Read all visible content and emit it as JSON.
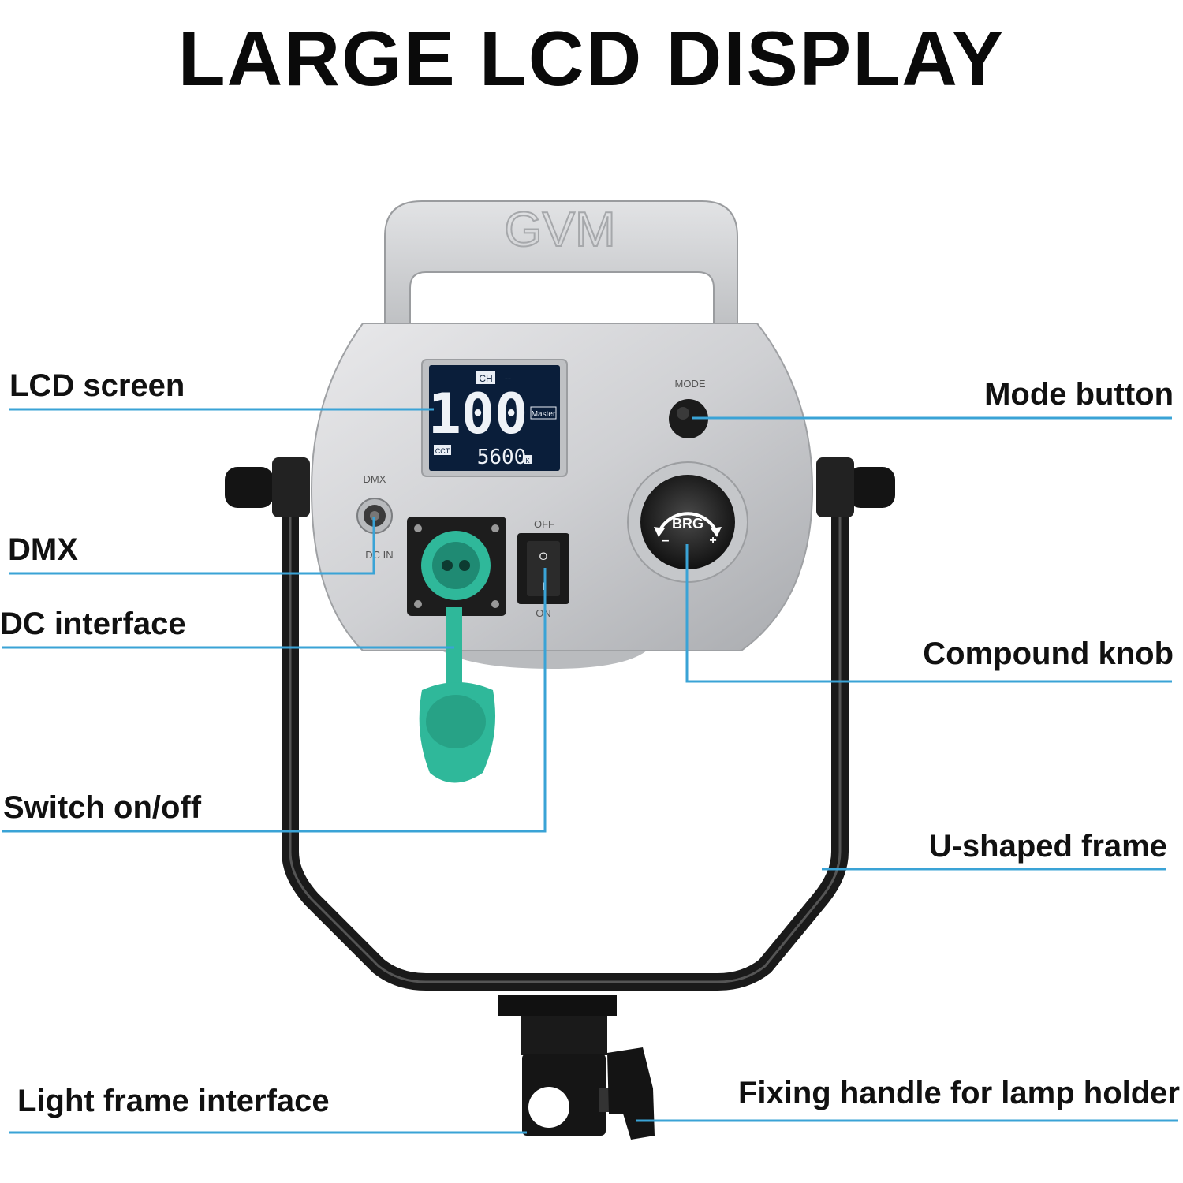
{
  "title": "LARGE LCD DISPLAY",
  "brand": {
    "logo": "GVM"
  },
  "lcd": {
    "channel_label": "CH",
    "channel_value": "--",
    "brightness": "100",
    "mode": "Master",
    "cct_label": "CCT",
    "cct_value": "5600",
    "cct_unit": "K"
  },
  "panel": {
    "mode_label": "MODE",
    "dmx_label": "DMX",
    "dcin_label": "DC IN",
    "switch_off": "OFF",
    "switch_on": "ON",
    "switch_o": "O",
    "switch_i": "I",
    "knob_label": "BRG",
    "knob_minus": "–",
    "knob_plus": "+"
  },
  "callouts": {
    "lcd_screen": "LCD screen",
    "dmx": "DMX",
    "dc_interface": "DC interface",
    "switch": "Switch on/off",
    "light_frame_interface": "Light frame interface",
    "mode_button": "Mode button",
    "compound_knob": "Compound knob",
    "u_frame": "U-shaped frame",
    "fixing_handle": "Fixing handle for lamp holder"
  },
  "colors": {
    "leader_line": "#3aa3d6",
    "body_silver": "#cfd0d2",
    "lcd_bg": "#0a1e3a",
    "cap_teal": "#2fb89a",
    "frame_black": "#1a1a1a"
  }
}
